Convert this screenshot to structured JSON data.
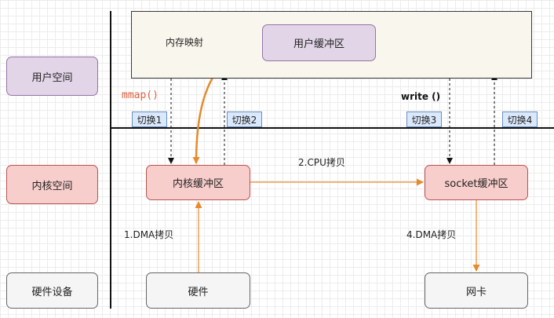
{
  "side_labels": {
    "user_space": "用户空间",
    "kernel_space": "内核空间",
    "hardware": "硬件设备"
  },
  "user_area": {
    "mapping_label": "内存映射",
    "user_buffer": "用户缓冲区"
  },
  "calls": {
    "mmap": "mmap()",
    "write": "write  ()"
  },
  "switches": [
    "切换1",
    "切换2",
    "切换3",
    "切换4"
  ],
  "kernel": {
    "kernel_buffer": "内核缓冲区",
    "socket_buffer": "socket缓冲区"
  },
  "hardware": {
    "hardware": "硬件",
    "nic": "网卡"
  },
  "copies": {
    "cpu_copy": "2.CPU拷贝",
    "dma_copy_in": "1.DMA拷贝",
    "dma_copy_out": "4.DMA拷贝"
  },
  "colors": {
    "arrow_orange": "#e8892a",
    "mmap_text": "#e0603f"
  }
}
